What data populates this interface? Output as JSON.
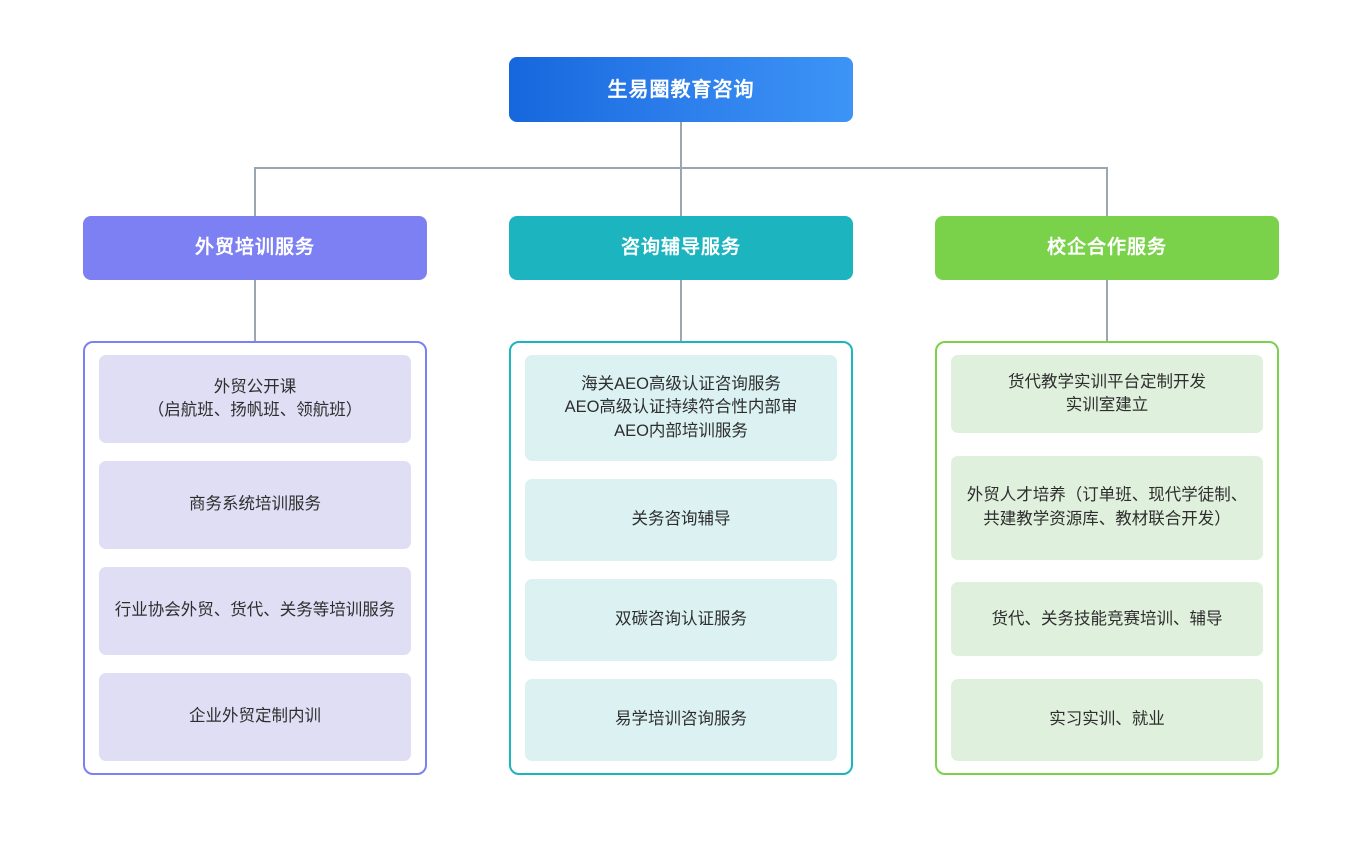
{
  "root": {
    "title": "生易圈教育咨询",
    "color": "#1667dd",
    "color_end": "#3d94f6"
  },
  "connector_color": "#9aa7b0",
  "branches": [
    {
      "id": "foreign-trade-training",
      "title": "外贸培训服务",
      "color": "#7c80f2",
      "card_color": "#e0def5",
      "items": [
        {
          "label": "外贸公开课\n（启航班、扬帆班、领航班）"
        },
        {
          "label": "商务系统培训服务"
        },
        {
          "label": "行业协会外贸、货代、关务等培训服务"
        },
        {
          "label": "企业外贸定制内训"
        }
      ]
    },
    {
      "id": "consulting-tutoring",
      "title": "咨询辅导服务",
      "color": "#1cb4bf",
      "card_color": "#dbf1f2",
      "items": [
        {
          "label": "海关AEO高级认证咨询服务\nAEO高级认证持续符合性内部审\nAEO内部培训服务"
        },
        {
          "label": "关务咨询辅导"
        },
        {
          "label": "双碳咨询认证服务"
        },
        {
          "label": "易学培训咨询服务"
        }
      ]
    },
    {
      "id": "school-enterprise-cooperation",
      "title": "校企合作服务",
      "color": "#7ad24a",
      "card_color": "#dff0dc",
      "items": [
        {
          "label": "货代教学实训平台定制开发\n实训室建立"
        },
        {
          "label": "外贸人才培养（订单班、现代学徒制、共建教学资源库、教材联合开发）"
        },
        {
          "label": "货代、关务技能竞赛培训、辅导"
        },
        {
          "label": "实习实训、就业"
        }
      ]
    }
  ]
}
